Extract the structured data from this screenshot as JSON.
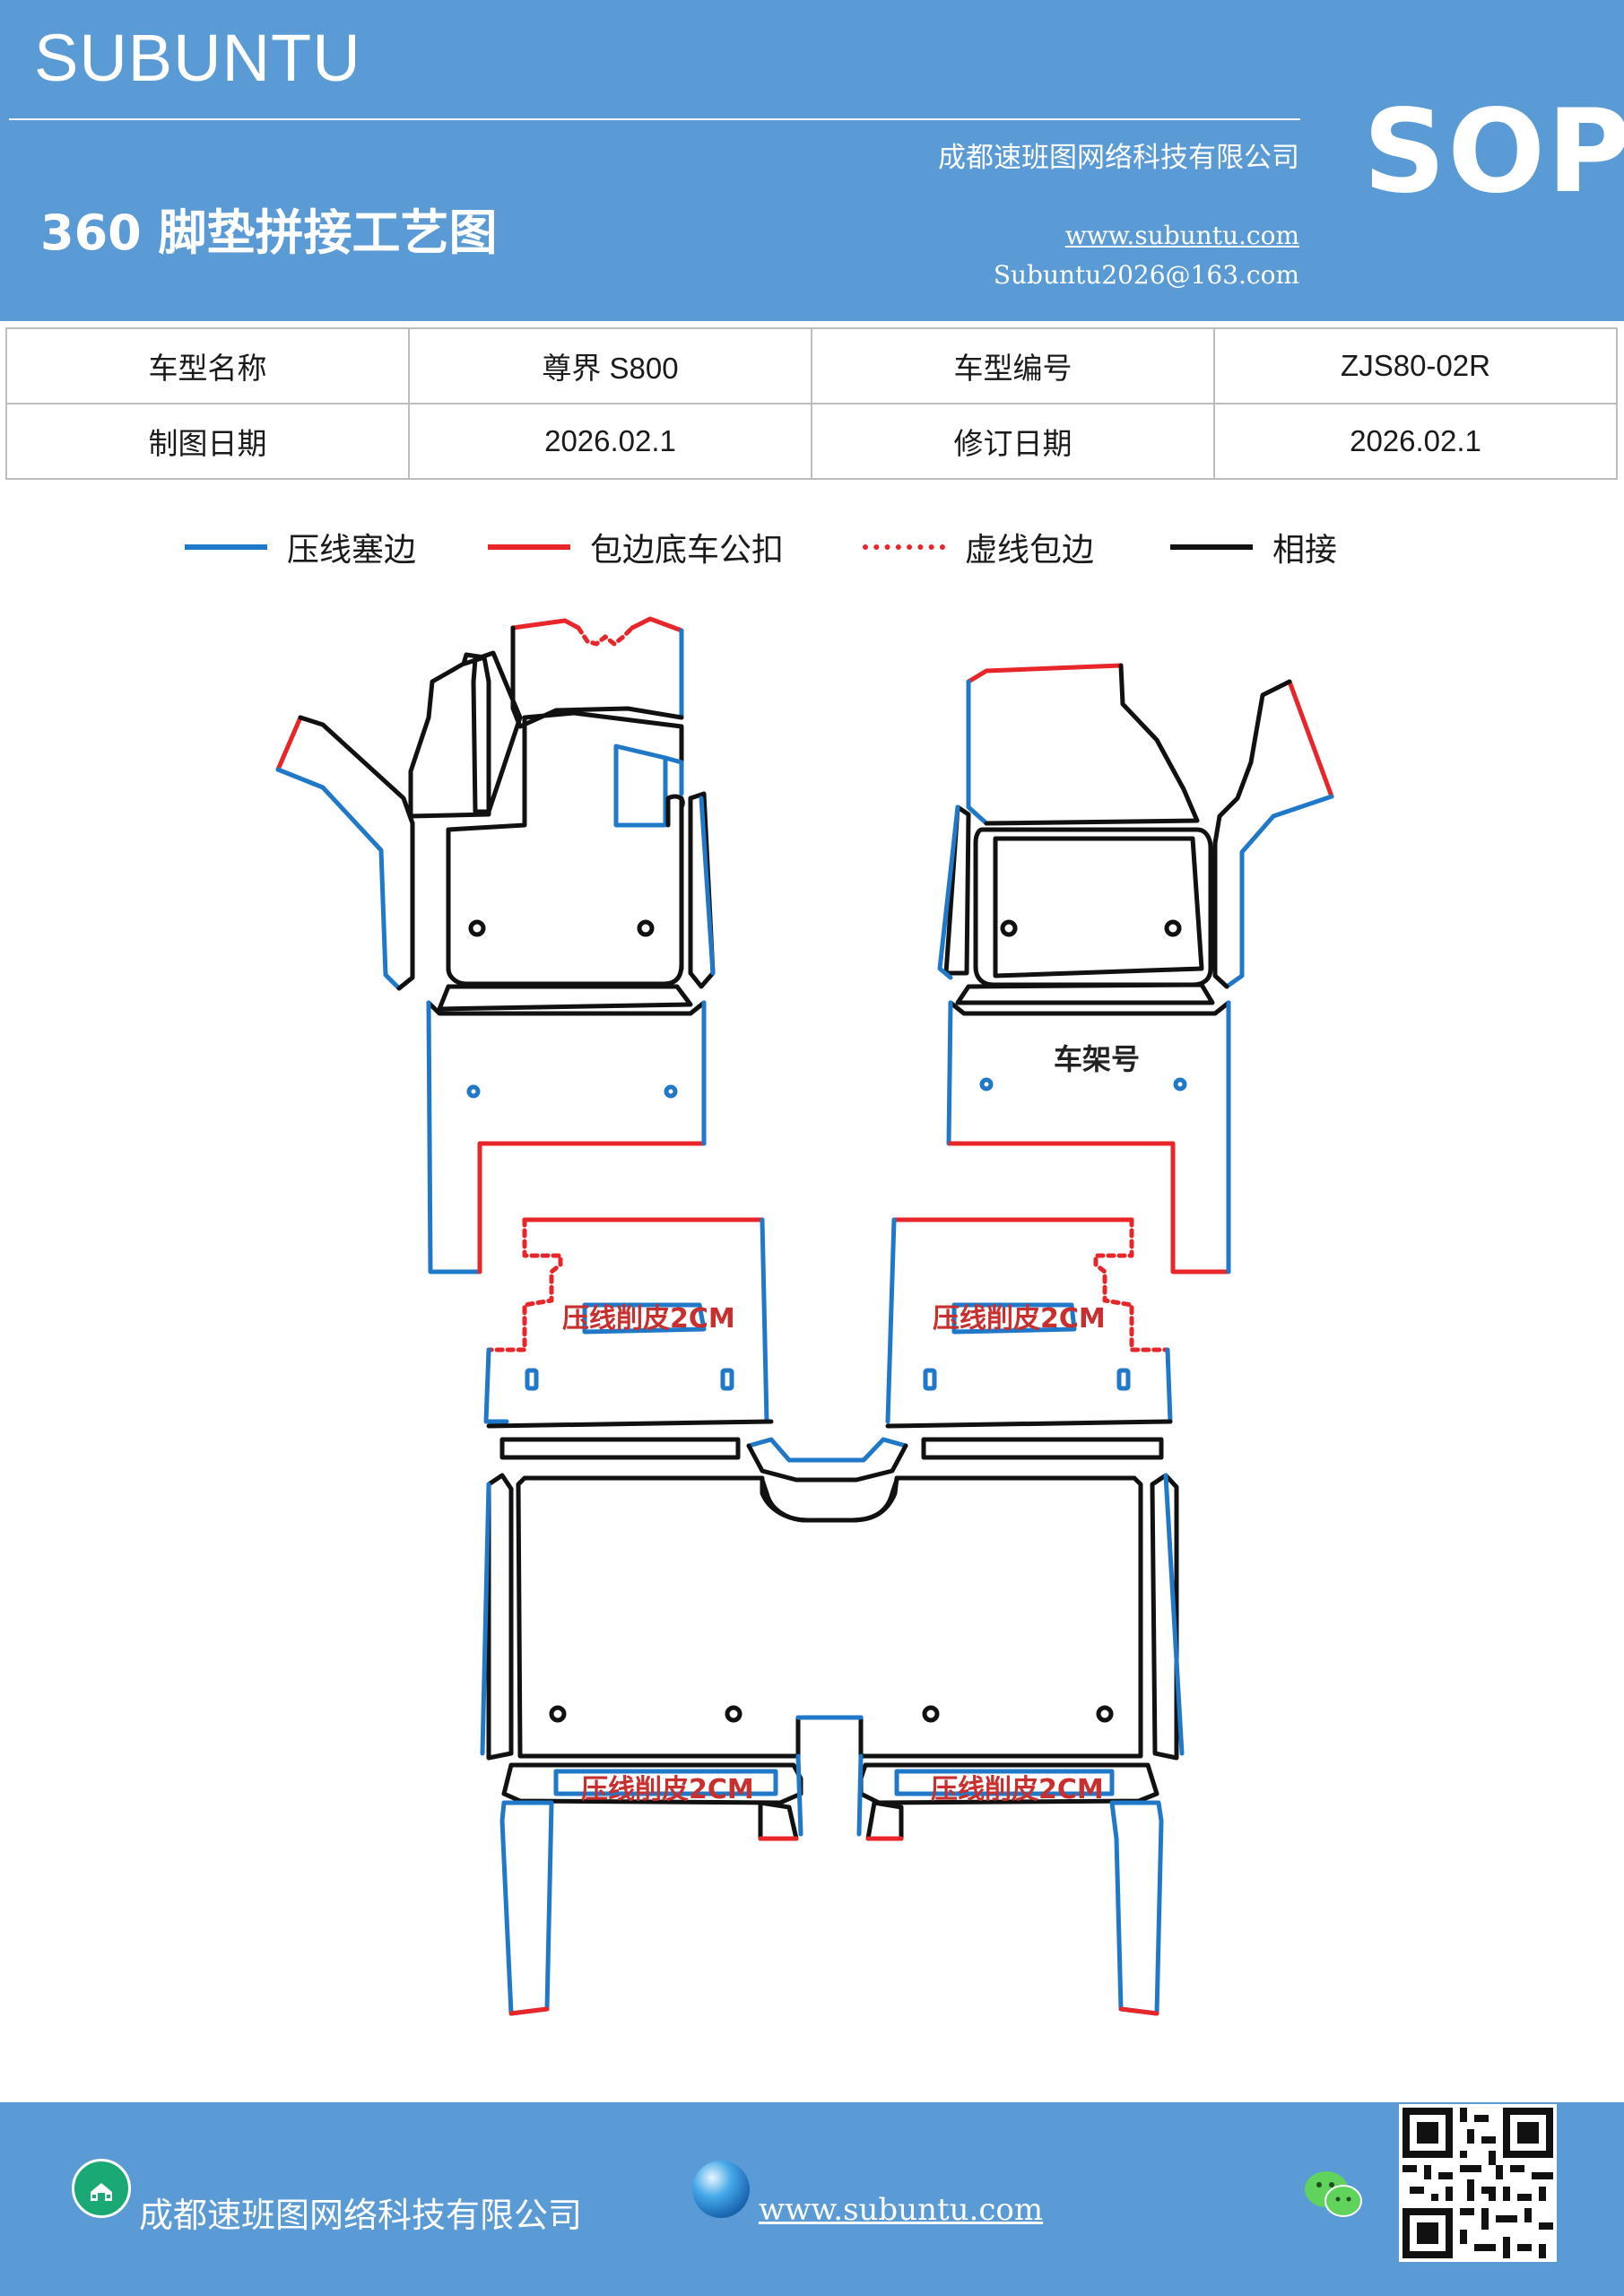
{
  "header": {
    "brand": "SUBUNTU",
    "badge": "SOP",
    "company": "成都速班图网络科技有限公司",
    "title": "360 脚垫拼接工艺图",
    "website": "www.subuntu.com",
    "email": "Subuntu2026@163.com"
  },
  "info": {
    "row1": {
      "label1": "车型名称",
      "value1": "尊界 S800",
      "label2": "车型编号",
      "value2": "ZJS80-02R"
    },
    "row2": {
      "label1": "制图日期",
      "value1": "2026.02.1",
      "label2": "修订日期",
      "value2": "2026.02.1"
    }
  },
  "legend": [
    {
      "label": "压线塞边",
      "color": "#1f78c8",
      "style": "solid"
    },
    {
      "label": "包边底车公扣",
      "color": "#e8262a",
      "style": "solid"
    },
    {
      "label": "虚线包边",
      "color": "#e8262a",
      "style": "dotted"
    },
    {
      "label": "相接",
      "color": "#111111",
      "style": "solid"
    }
  ],
  "drawing": {
    "frame_label": "车架号",
    "skive_label_left": "压线削皮2CM",
    "skive_label_right": "压线削皮2CM",
    "skive_label_bottom_left": "压线削皮2CM",
    "skive_label_bottom_right": "压线削皮2CM"
  },
  "footer": {
    "company": "成都速班图网络科技有限公司",
    "website": "www.subuntu.com",
    "icons": [
      "company-icon",
      "globe-icon",
      "wechat-icon",
      "qr-code"
    ]
  },
  "colors": {
    "header_bg": "#5b9bd5",
    "blue_line": "#1f78c8",
    "red_line": "#e8262a",
    "black_line": "#111111"
  }
}
